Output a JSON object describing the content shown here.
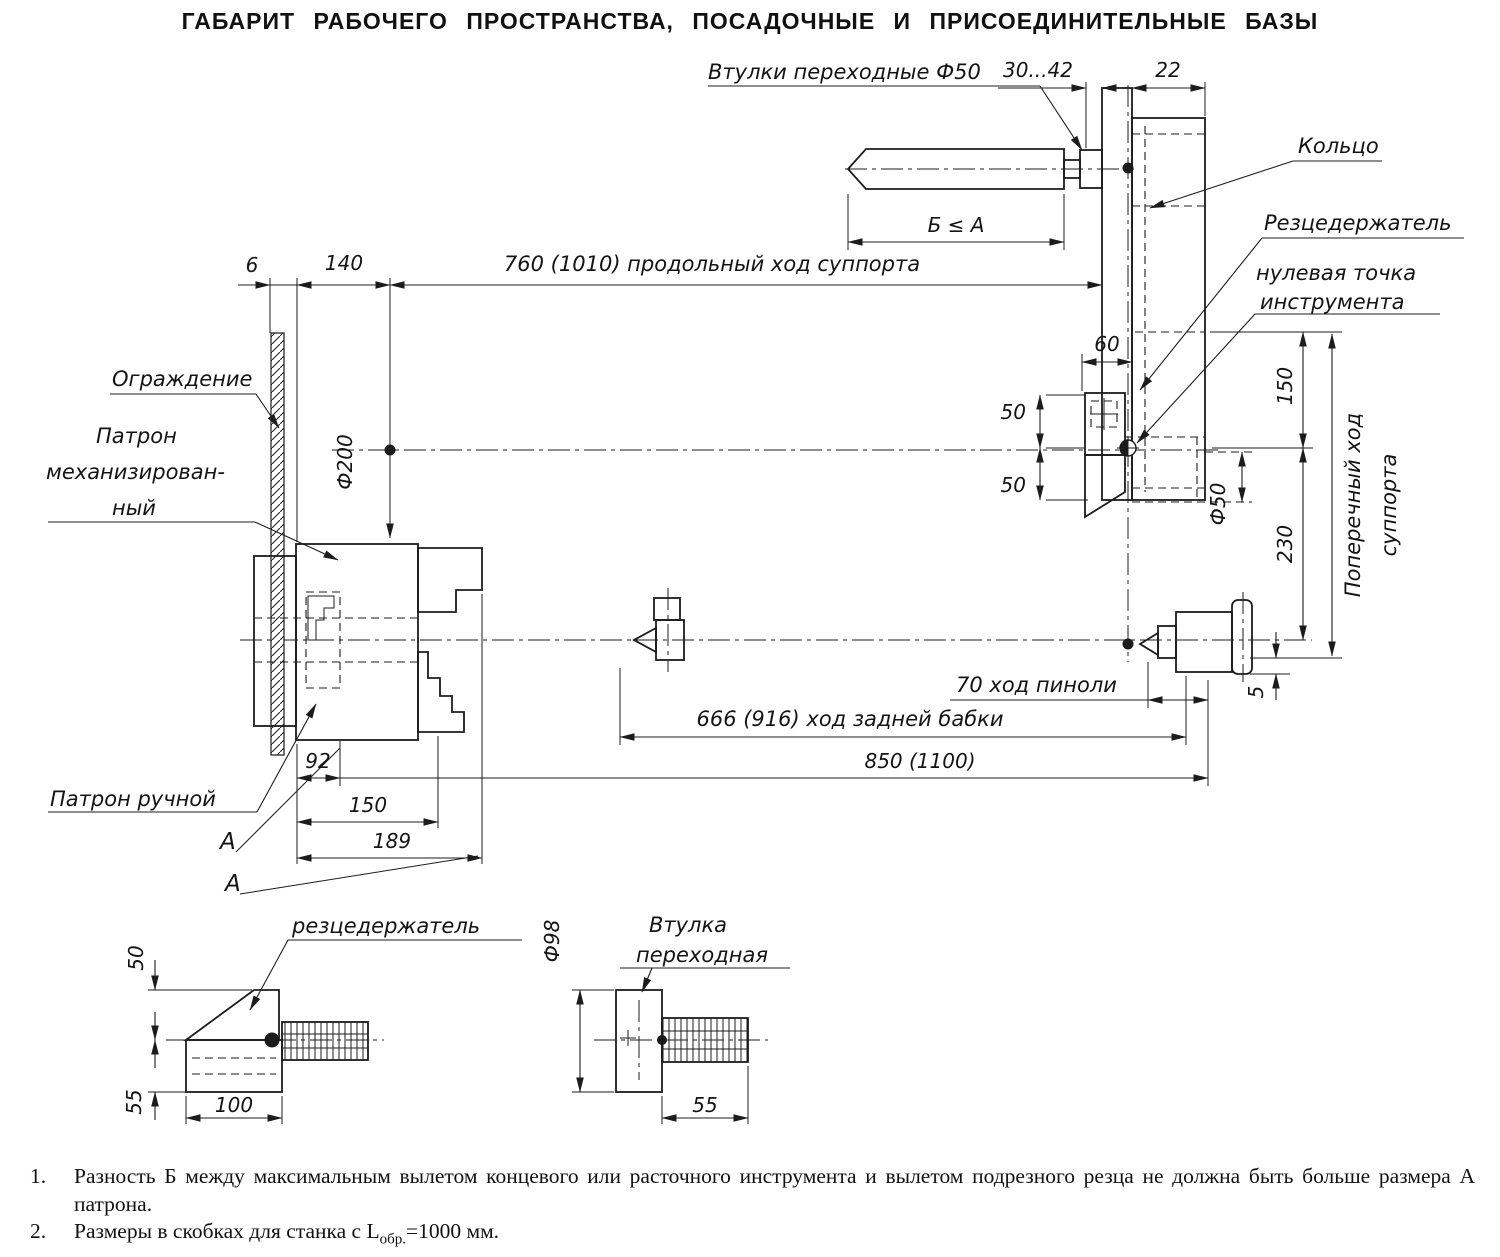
{
  "title": "ГАБАРИТ РАБОЧЕГО ПРОСТРАНСТВА, ПОСАДОЧНЫЕ И ПРИСОЕДИНИТЕЛЬНЫЕ БАЗЫ",
  "colors": {
    "ink": "#1c1c1c",
    "paper": "#ffffff"
  },
  "labels": {
    "adapter_sleeves": "Втулки переходные Ф50",
    "ring": "Кольцо",
    "tool_holder_top": "Резцедержатель",
    "zero_point_line1": "нулевая точка",
    "zero_point_line2": "инструмента",
    "guard": "Ограждение",
    "chuck_mech_line1": "Патрон",
    "chuck_mech_line2": "механизирован-",
    "chuck_mech_line3": "ный",
    "chuck_manual": "Патрон ручной",
    "cross_travel_line1": "Поперечный  ход",
    "cross_travel_line2": "суппорта",
    "tool_holder_detail": "резцедержатель",
    "sleeve_detail_line1": "Втулка",
    "sleeve_detail_line2": "переходная",
    "section_a1": "А",
    "section_a2": "А"
  },
  "dims": {
    "d30_42": "30...42",
    "d22": "22",
    "b_le_a": "Б ≤ А",
    "d6": "6",
    "d140": "140",
    "longitudinal": "760 (1010)  продольный  ход  суппорта",
    "d60": "60",
    "d150_right": "150",
    "d50_upper": "50",
    "d50_lower": "50",
    "f50": "Ф50",
    "d230": "230",
    "quill": "70 ход  пиноли",
    "tailstock_travel": "666 (916) ход  задней  бабки",
    "d850": "850 (1100)",
    "d92": "92",
    "d150_left": "150",
    "d189": "189",
    "d5": "5",
    "f200": "Ф200",
    "d50_detail": "50",
    "d55_detail": "55",
    "d100_detail": "100",
    "f98": "Ф98",
    "d55_sleeve": "55"
  },
  "notes": {
    "n1_num": "1.",
    "n1_text": "Разность Б между максимальным вылетом концевого или расточного инструмента и вылетом подрезного резца не должна быть больше размера А патрона.",
    "n2_num": "2.",
    "n2_prefix": "Размеры в скобках для станка с L",
    "n2_sub": "обр.",
    "n2_suffix": "=1000 мм."
  }
}
